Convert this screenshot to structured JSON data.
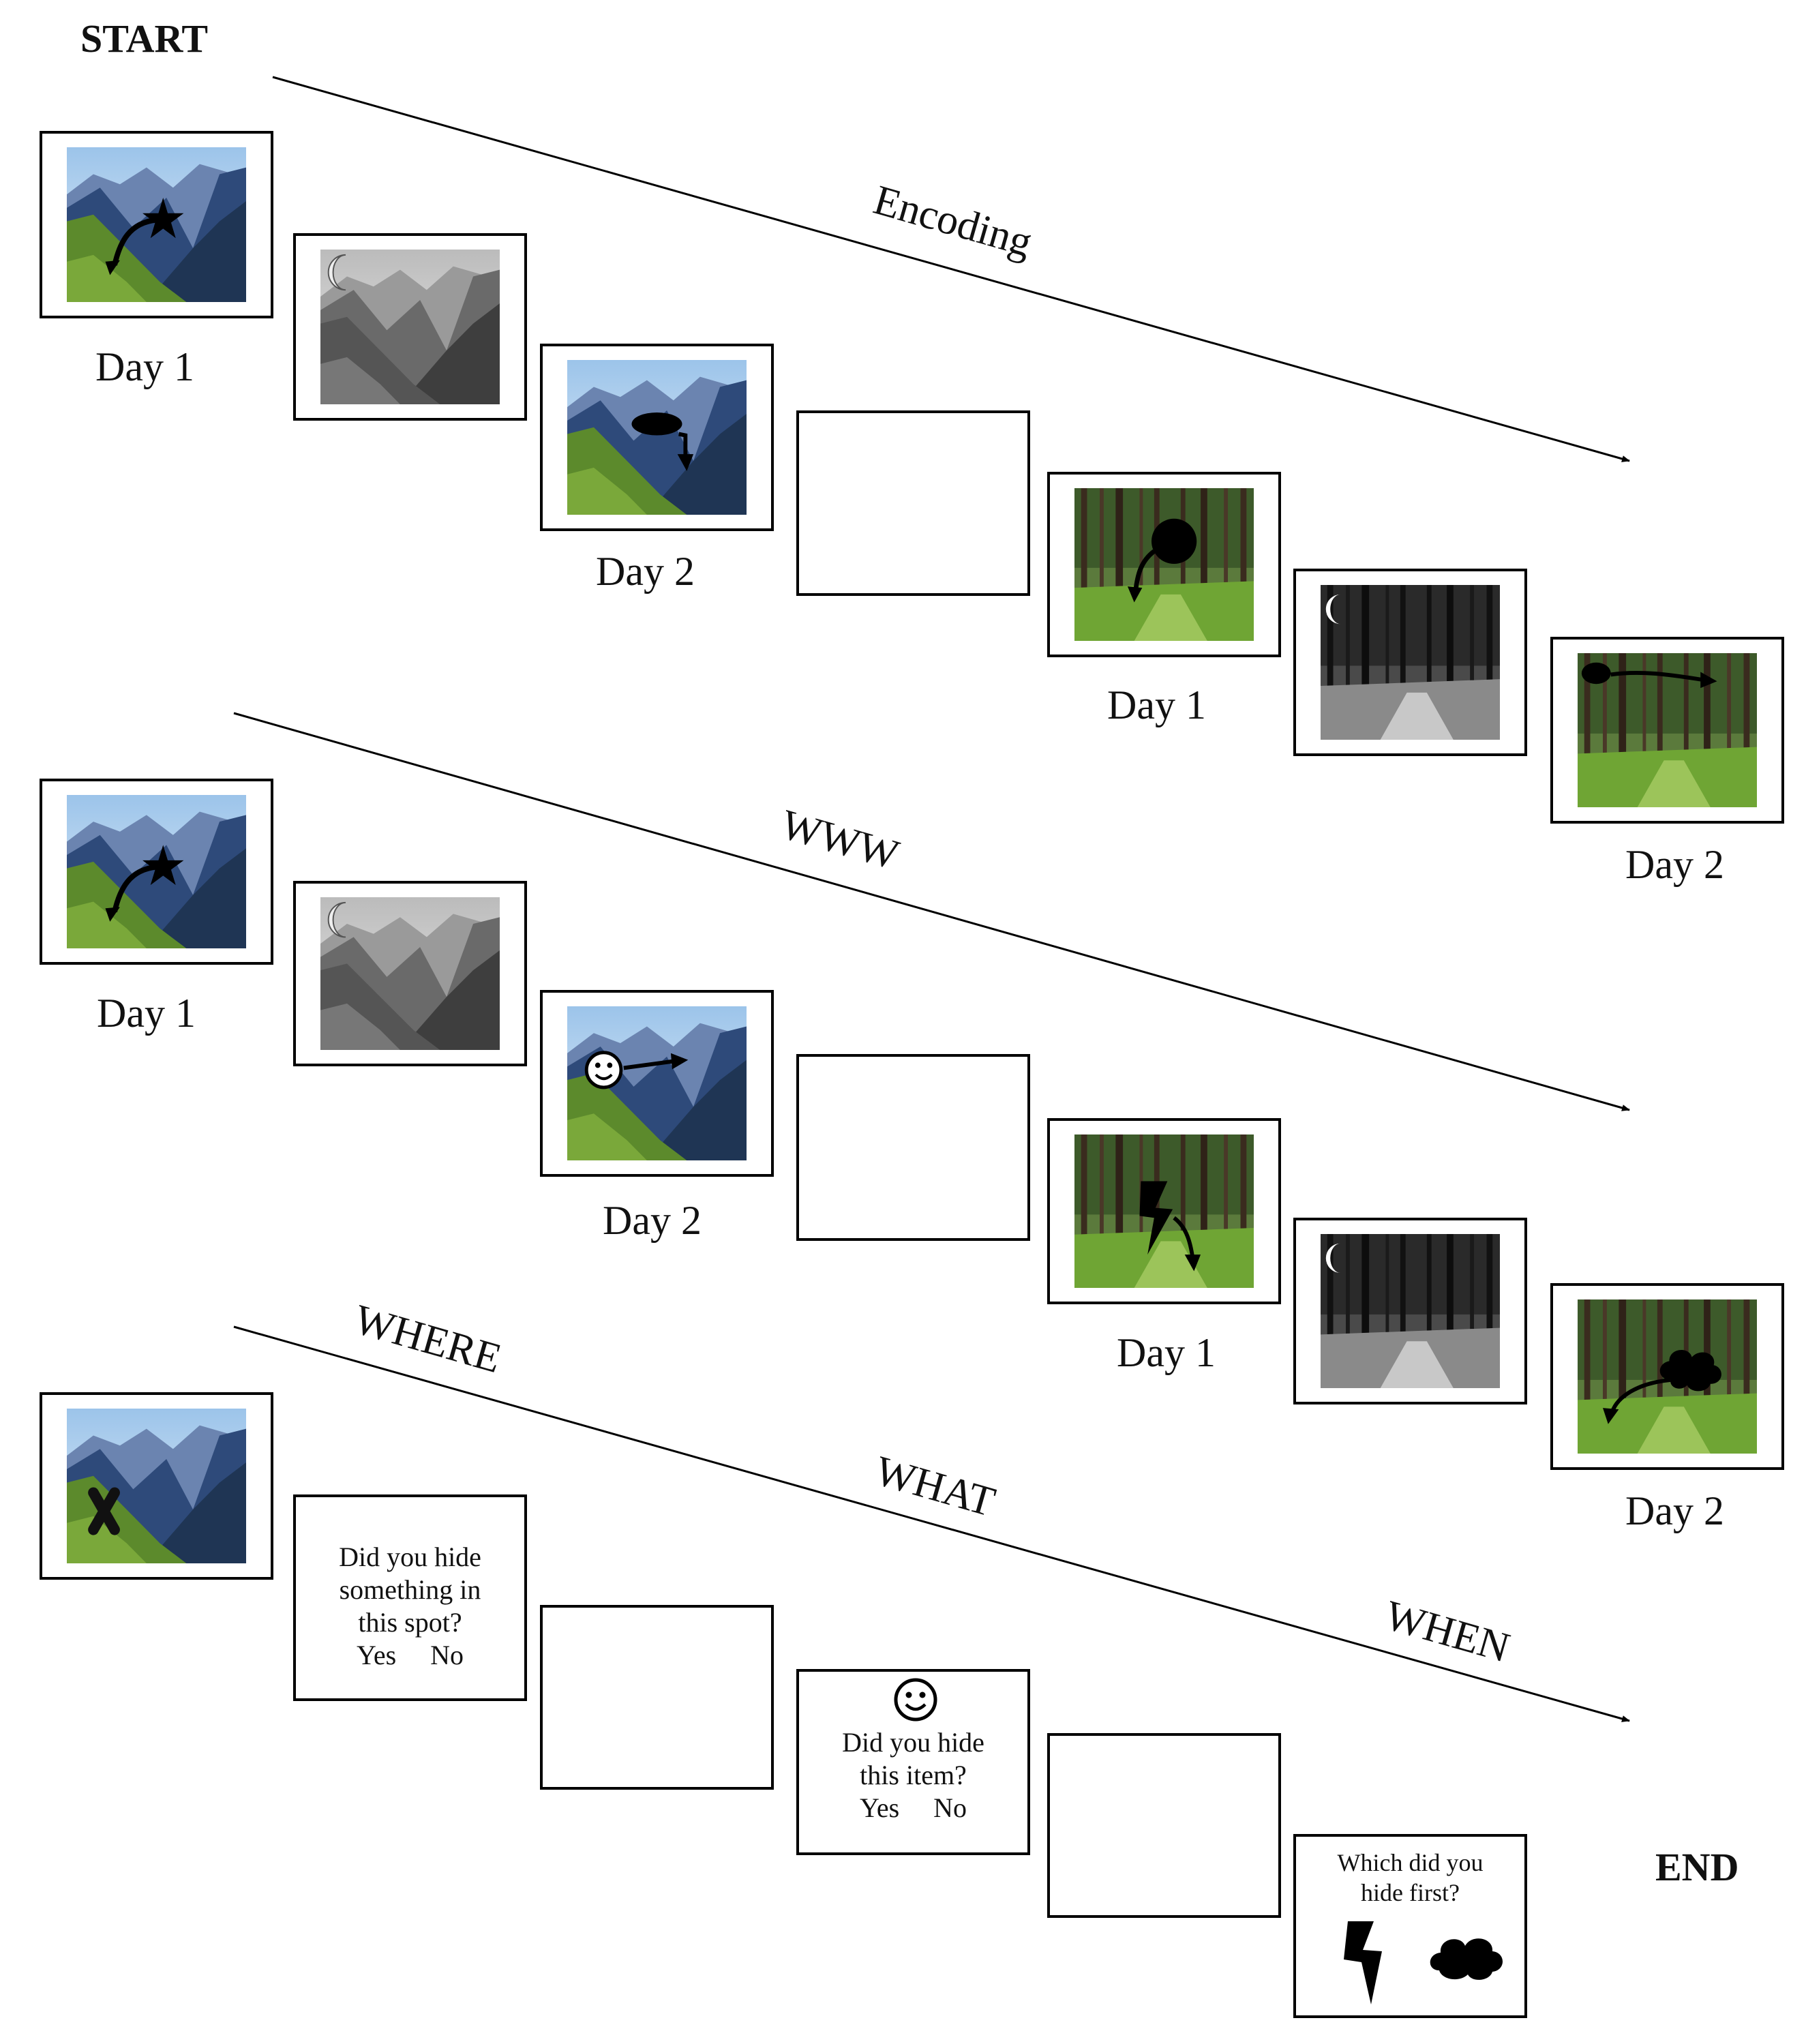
{
  "start_label": "START",
  "end_label": "END",
  "phases": {
    "encoding": "Encoding",
    "www": "WWW",
    "where": "WHERE",
    "what": "WHAT",
    "when": "WHEN"
  },
  "encoding_labels": {
    "m1": "Day 1",
    "m2": "Day 2",
    "f1": "Day 1",
    "f2": "Day 2"
  },
  "www_labels": {
    "m1": "Day 1",
    "m2": "Day 2",
    "f1": "Day 1",
    "f2": "Day 2"
  },
  "questions": {
    "where_q": [
      "Did you hide",
      "something in",
      "this spot?"
    ],
    "where_yes": "Yes",
    "where_no": "No",
    "what_q": [
      "Did you hide",
      "this item?"
    ],
    "what_yes": "Yes",
    "what_no": "No",
    "when_q": [
      "Which did you",
      "hide first?"
    ]
  },
  "icons": [
    "star-icon",
    "moon-icon",
    "oval-blob-icon",
    "circle-blob-icon",
    "smiley-icon",
    "lightning-icon",
    "cloud-icon",
    "x-mark-icon",
    "arrow-icon"
  ],
  "colors": {
    "sky": "#b8d6f0",
    "mountain": "#3e5c8e",
    "grass": "#5f8f2e",
    "forest": "#2f5f22"
  }
}
